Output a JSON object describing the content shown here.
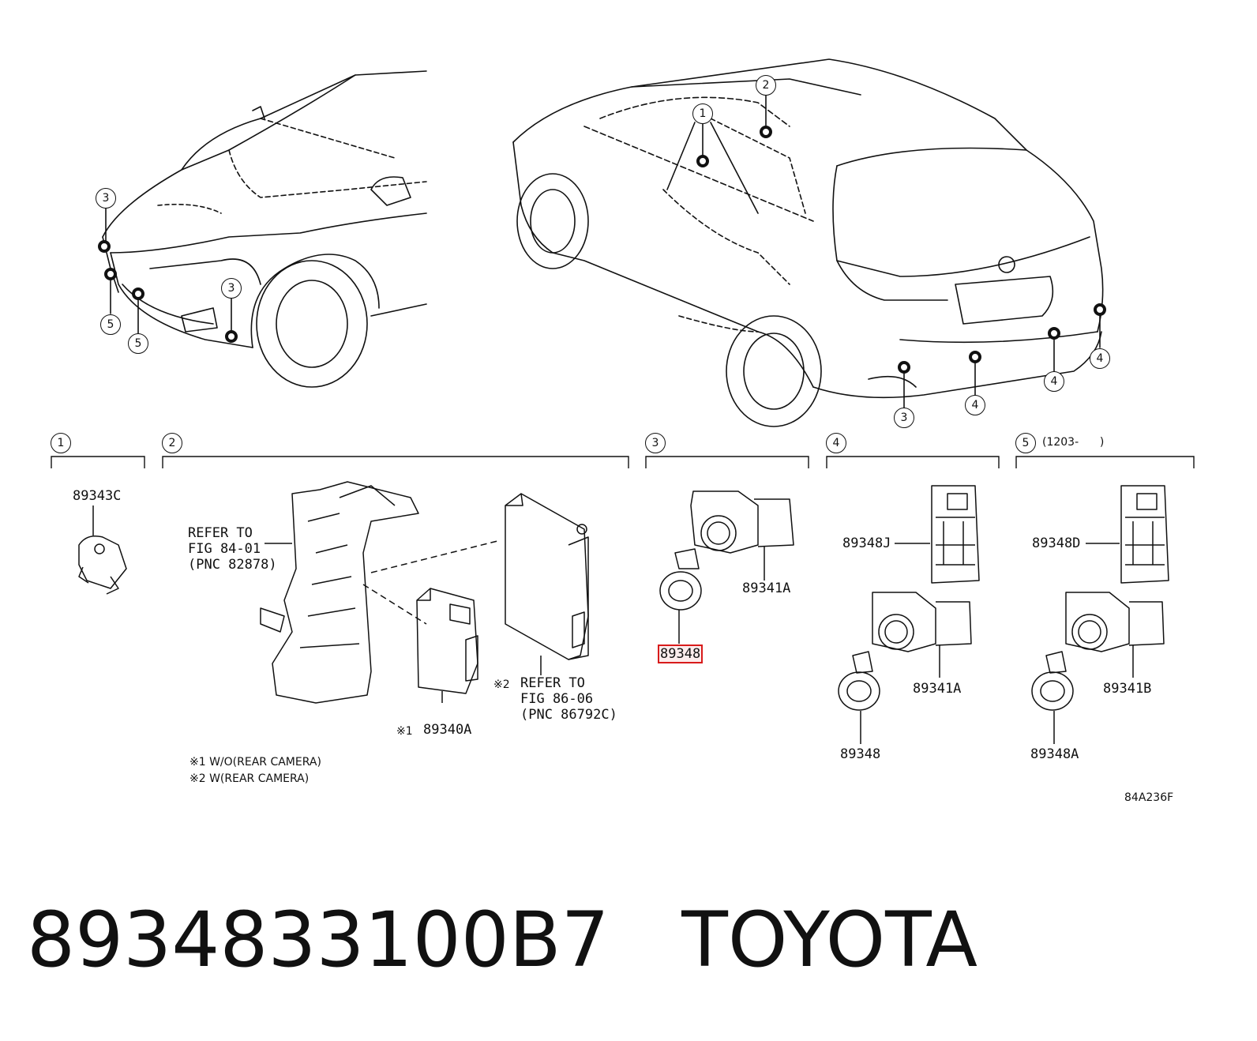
{
  "top_callouts": {
    "c1": "1",
    "c2": "2",
    "c3a": "3",
    "c3b": "3",
    "c3c": "3",
    "c4a": "4",
    "c4b": "4",
    "c4c": "4",
    "c5a": "5",
    "c5b": "5"
  },
  "groups": {
    "g1": "1",
    "g2": "2",
    "g3": "3",
    "g4": "4",
    "g5": "5",
    "g5_note": "(1203-      )"
  },
  "parts": {
    "p89343C": "89343C",
    "refer1_line1": "REFER TO",
    "refer1_line2": "FIG 84-01",
    "refer1_line3": "(PNC 82878)",
    "p89340A": "89340A",
    "note_mark1": "※1",
    "note_mark2": "※2",
    "refer2_line1": "REFER TO",
    "refer2_line2": "FIG 86-06",
    "refer2_line3": "(PNC 86792C)",
    "p89341A_g3": "89341A",
    "p89348_g3": "89348",
    "p89348J": "89348J",
    "p89341A_g4": "89341A",
    "p89348_g4": "89348",
    "p89348D": "89348D",
    "p89341B": "89341B",
    "p89348A": "89348A"
  },
  "notes": {
    "n1": "※1 W/O(REAR CAMERA)",
    "n2": "※2 W(REAR CAMERA)"
  },
  "figure_code": "84A236F",
  "footer": {
    "part_number": "8934833100B7",
    "brand": "TOYOTA"
  },
  "colors": {
    "highlight": "#d81b1b",
    "ink": "#111111"
  }
}
